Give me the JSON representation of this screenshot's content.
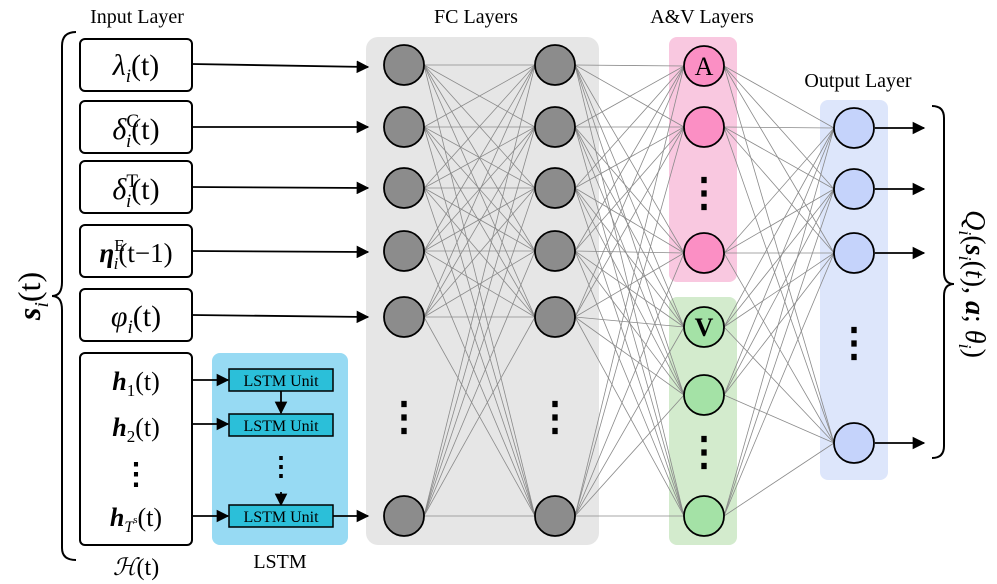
{
  "labels": {
    "input_layer": "Input Layer",
    "fc_layers": "FC Layers",
    "av_layers": "A&V Layers",
    "output_layer": "Output Layer",
    "lstm": "LSTM",
    "lstm_unit": "LSTM Unit",
    "advantage_node": "A",
    "value_node": "V",
    "ellipsis": "⋮"
  },
  "state_label": {
    "main": "s",
    "sub": "i",
    "arg": "(t)"
  },
  "history_label": {
    "main": "ℋ",
    "arg": "(t)"
  },
  "output_label": "Q_i(s_i(t), a; θ_i)",
  "inputs": [
    {
      "main": "λ",
      "sub": "i",
      "sup": "",
      "arg": "(t)"
    },
    {
      "main": "δ",
      "sub": "i",
      "sup": "C",
      "arg": "(t)"
    },
    {
      "main": "δ",
      "sub": "i",
      "sup": "T",
      "arg": "(t)"
    },
    {
      "main": "η",
      "sub": "i",
      "sup": "E",
      "arg": "(t−1)"
    },
    {
      "main": "φ",
      "sub": "i",
      "sup": "",
      "arg": "(t)"
    }
  ],
  "history_inputs": [
    {
      "main": "h",
      "sub": "1",
      "sup": "",
      "arg": "(t)"
    },
    {
      "main": "h",
      "sub": "2",
      "sup": "",
      "arg": "(t)"
    },
    {
      "main": "h",
      "sub": "T",
      "sup": "s",
      "arg": "(t)"
    }
  ],
  "colors": {
    "fc_band": "#e6e6e6",
    "fc_node": "#8c8c8c",
    "advantage_band": "#f9c8e0",
    "advantage_node": "#fb8fc4",
    "value_band": "#d3ebcd",
    "value_node": "#a4e2a6",
    "output_band": "#dde6fb",
    "output_node": "#c5d3fb",
    "lstm_band": "#97daf3",
    "lstm_unit": "#2bbfd9",
    "edge": "#8a8a8a"
  }
}
